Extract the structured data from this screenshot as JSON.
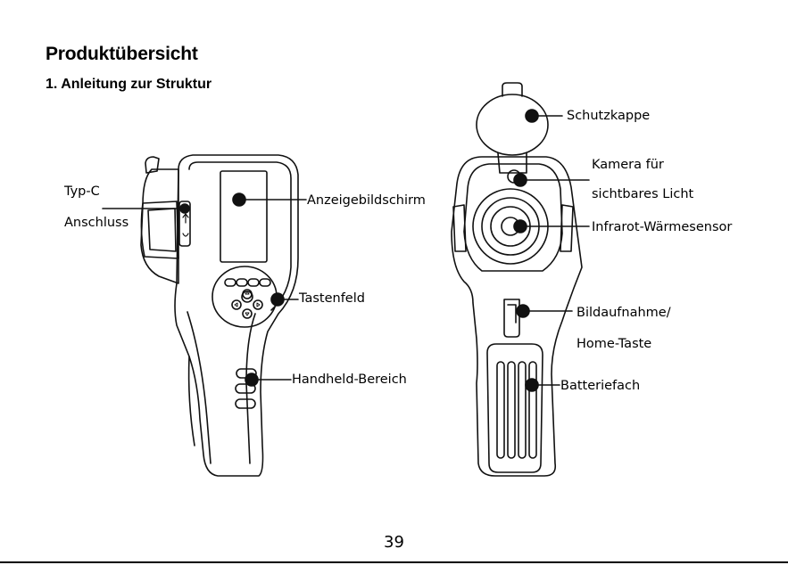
{
  "heading": {
    "title": "Produktübersicht",
    "subtitle": "1. Anleitung zur Struktur"
  },
  "left_device": {
    "labels": {
      "usb_port_line1": "Typ-C",
      "usb_port_line2": "Anschluss",
      "display": "Anzeigebildschirm",
      "keypad": "Tastenfeld",
      "grip": "Handheld-Bereich"
    }
  },
  "right_device": {
    "labels": {
      "cap": "Schutzkappe",
      "visible_camera_line1": "Kamera für",
      "visible_camera_line2": "sichtbares Licht",
      "ir_sensor": "Infrarot-Wärmesensor",
      "capture_button_line1": "Bildaufnahme/",
      "capture_button_line2": "Home-Taste",
      "battery": "Batteriefach"
    }
  },
  "footer": {
    "page_number": "39"
  }
}
